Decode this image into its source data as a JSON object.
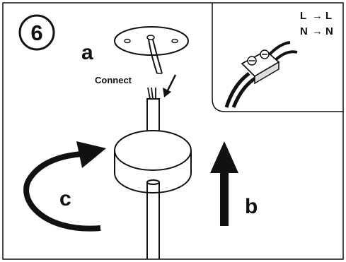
{
  "step": {
    "number": "6"
  },
  "labels": {
    "a": "a",
    "b": "b",
    "c": "c",
    "connect": "Connect"
  },
  "inset": {
    "wiring": [
      {
        "from": "L",
        "to": "L"
      },
      {
        "from": "N",
        "to": "N"
      }
    ],
    "arrow_glyph": "→"
  },
  "colors": {
    "stroke": "#111111",
    "background": "#ffffff"
  }
}
